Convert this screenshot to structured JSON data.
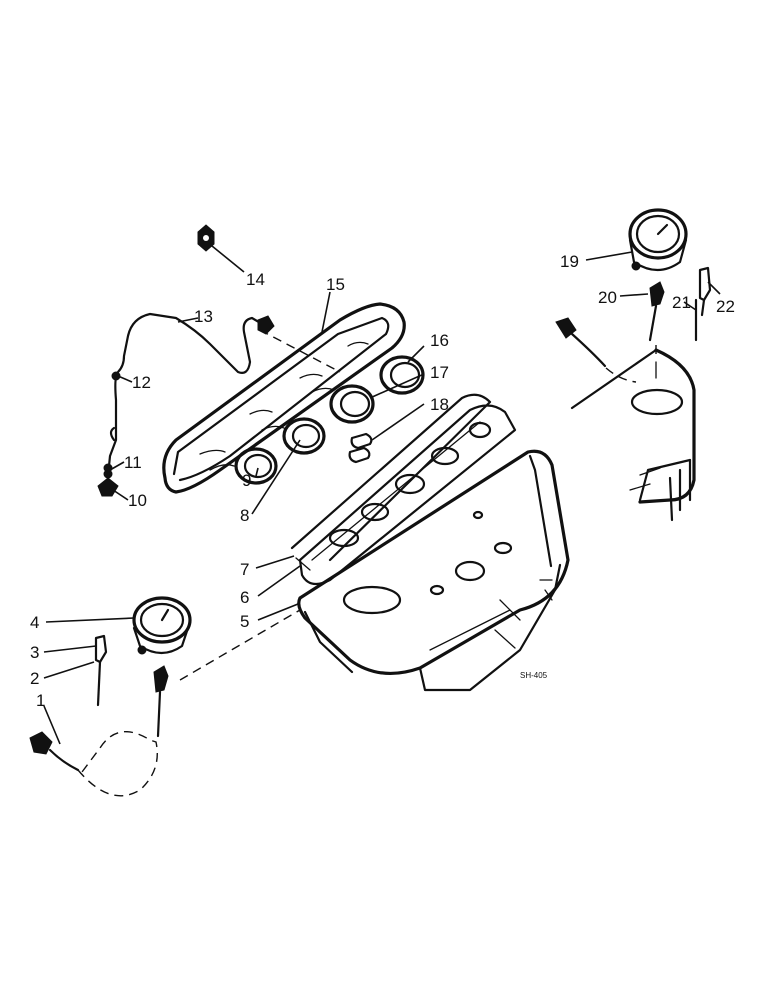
{
  "figure": {
    "reference_code": "SH-405",
    "callouts": [
      "1",
      "2",
      "3",
      "4",
      "5",
      "6",
      "7",
      "8",
      "9",
      "10",
      "11",
      "12",
      "13",
      "14",
      "15",
      "16",
      "17",
      "18",
      "19",
      "20",
      "21",
      "22"
    ]
  }
}
